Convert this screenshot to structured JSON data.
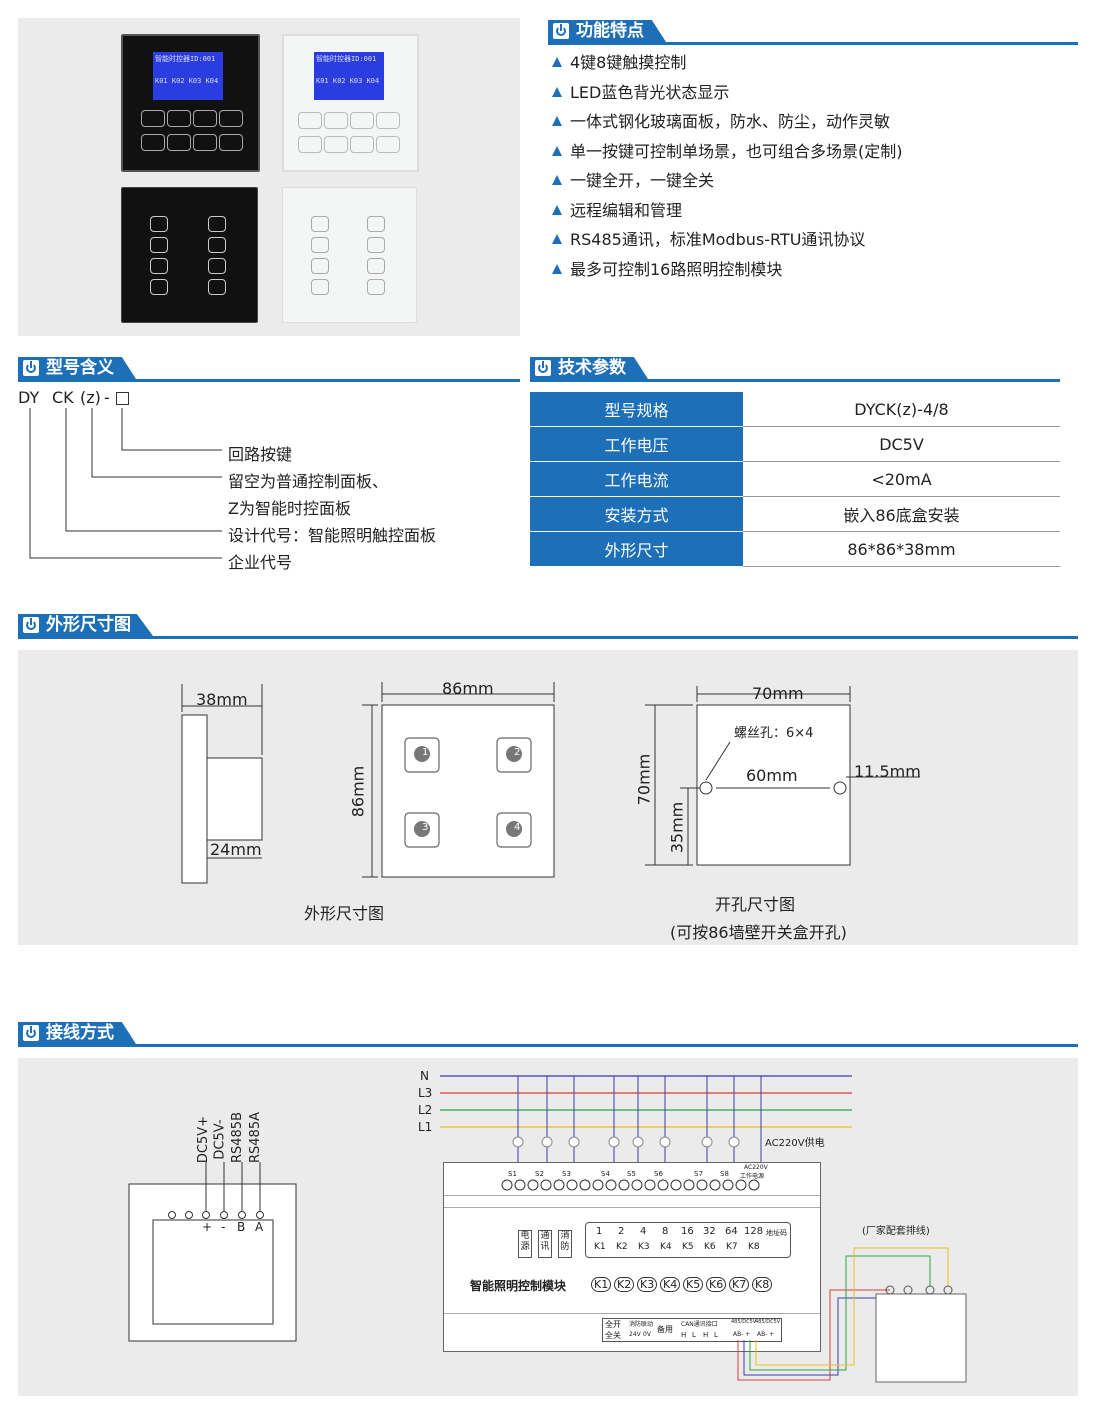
{
  "sections": {
    "features": "功能特点",
    "model": "型号含义",
    "specs": "技术参数",
    "dims": "外形尺寸图",
    "wiring": "接线方式"
  },
  "features": [
    "4键8键触摸控制",
    "LED蓝色背光状态显示",
    "一体式钢化玻璃面板，防水、防尘，动作灵敏",
    "单一按键可控制单场景，也可组合多场景(定制)",
    "一键全开，一键全关",
    "远程编辑和管理",
    "RS485通讯，标准Modbus-RTU通讯协议",
    "最多可控制16路照明控制模块"
  ],
  "screen": {
    "title": "智能时控器ID:001",
    "keys": "K01 K02 K03 K04"
  },
  "model": {
    "code_dy": "DY",
    "code_ck": "CK",
    "code_z": "(z)",
    "code_dash": "-",
    "items": [
      "回路按键",
      "留空为普通控制面板、",
      "Z为智能时控面板",
      "设计代号：智能照明触控面板",
      "企业代号"
    ]
  },
  "specs": [
    {
      "key": "型号规格",
      "value": "DYCK(z)-4/8"
    },
    {
      "key": "工作电压",
      "value": "DC5V"
    },
    {
      "key": "工作电流",
      "value": "<20mA"
    },
    {
      "key": "安装方式",
      "value": "嵌入86底盒安装"
    },
    {
      "key": "外形尺寸",
      "value": "86*86*38mm"
    }
  ],
  "dims": {
    "d38": "38mm",
    "d24": "24mm",
    "d86w": "86mm",
    "d86h": "86mm",
    "d70w": "70mm",
    "d70h": "70mm",
    "d35": "35mm",
    "d60": "60mm",
    "d115": "11.5mm",
    "screw": "螺丝孔：6×4",
    "caption_outline": "外形尺寸图",
    "caption_cutout": "开孔尺寸图",
    "caption_cutout_note": "(可按86墙壁开关盒开孔)",
    "btn_nums": [
      "1",
      "2",
      "3",
      "4"
    ]
  },
  "wiring": {
    "panel_terms": [
      "DC5V+",
      "DC5V-",
      "RS485B",
      "RS485A"
    ],
    "panel_marks": [
      "+",
      "-",
      "B",
      "A"
    ],
    "lines": [
      "N",
      "L3",
      "L2",
      "L1"
    ],
    "ac_label": "AC220V供电",
    "switch_labels": [
      "S1",
      "S2",
      "S3",
      "S4",
      "S5",
      "S6",
      "S7",
      "S8"
    ],
    "ac_small": "AC220V",
    "ac_small2": "工作电源",
    "dip_nums": [
      "1",
      "2",
      "4",
      "8",
      "16",
      "32",
      "64",
      "128"
    ],
    "dip_keys": [
      "K1",
      "K2",
      "K3",
      "K4",
      "K5",
      "K6",
      "K7",
      "K8"
    ],
    "dip_addr": "地址码",
    "leds": [
      "电源",
      "通讯",
      "消防"
    ],
    "module_name": "智能照明控制模块",
    "module_keys": [
      "K1",
      "K2",
      "K3",
      "K4",
      "K5",
      "K6",
      "K7",
      "K8"
    ],
    "bottom_labels": {
      "all_on": "全开",
      "all_off": "全关",
      "fire": "消防联动",
      "v24": "24V",
      "v0": "0V",
      "spare": "备用",
      "can": "CAN通讯接口",
      "hl": [
        "H",
        "L",
        "H",
        "L"
      ],
      "rs1": "485/DC5V",
      "rs2": "485/DC5V",
      "ab1": "AB- +",
      "ab2": "AB- +"
    },
    "factory_cable": "(厂家配套排线)"
  },
  "colors": {
    "brand_blue": "#1d6fb8",
    "line_n": "#3b3bb0",
    "line_l3": "#e03a3a",
    "line_l2": "#2aa34a",
    "line_l1": "#e8c020"
  }
}
